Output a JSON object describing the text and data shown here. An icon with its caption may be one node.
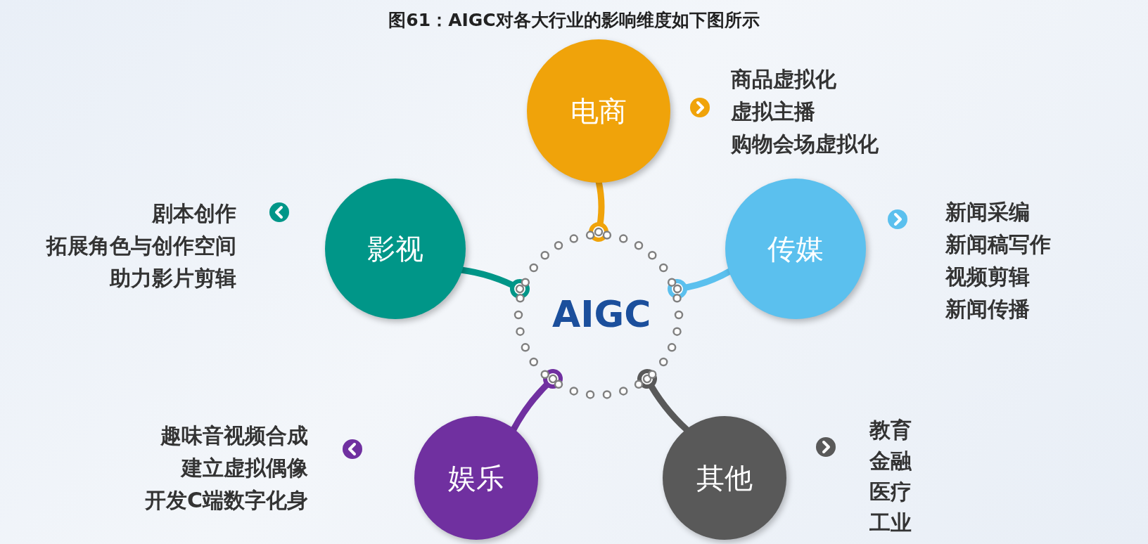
{
  "diagram": {
    "title": "图61：AIGC对各大行业的影响维度如下图所示",
    "nodes": [
      {
        "text": [
          "AIGC"
        ]
      },
      {
        "text": [
          "电商"
        ],
        "beside": [
          "商品虚拟化",
          "虚拟主播",
          "购物会场虚拟化"
        ]
      },
      {
        "text": [
          "影视"
        ],
        "beside": [
          "剧本创作",
          "拓展角色与创作空间",
          "助力影片剪辑"
        ]
      },
      {
        "text": [
          "传媒"
        ],
        "beside": [
          "新闻采编",
          "新闻稿写作",
          "视频剪辑",
          "新闻传播"
        ]
      },
      {
        "text": [
          "娱乐"
        ],
        "beside": [
          "趣味音视频合成",
          "建立虚拟偶像",
          "开发C端数字化身"
        ]
      },
      {
        "text": [
          "其他"
        ],
        "beside": [
          "教育",
          "金融",
          "医疗",
          "工业"
        ]
      }
    ],
    "edges": [
      {
        "from": 1,
        "to": 0,
        "arrow": "other",
        "color": "#f0a30a"
      },
      {
        "from": 2,
        "to": 0,
        "arrow": "other",
        "color": "#009688"
      },
      {
        "from": 3,
        "to": 0,
        "arrow": "other",
        "color": "#5bc0ee"
      },
      {
        "from": 4,
        "to": 0,
        "arrow": "other",
        "color": "#7030a0"
      },
      {
        "from": 5,
        "to": 0,
        "arrow": "other",
        "color": "#595959"
      }
    ]
  }
}
